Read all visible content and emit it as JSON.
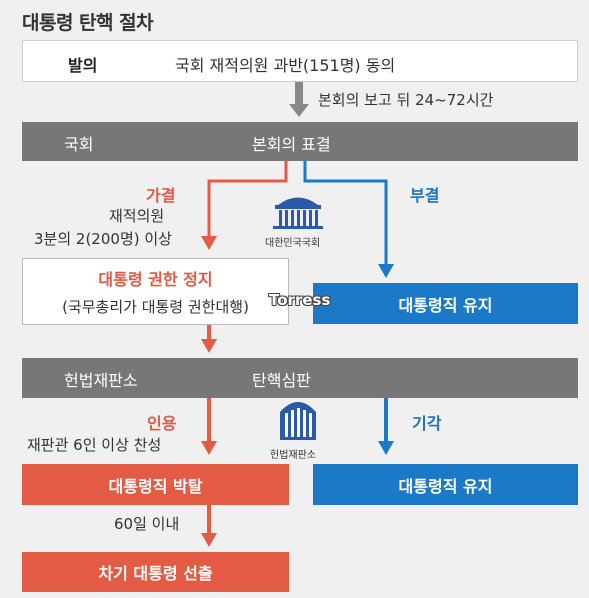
{
  "title": "대통령 탄핵 절차",
  "motion": {
    "label": "발의",
    "text": "국회 재적의원 과반(151명) 동의"
  },
  "report_note": "본회의 보고 뒤 24~72시간",
  "assembly_bar": {
    "left": "국회",
    "center": "본회의 표결"
  },
  "assembly_branches": {
    "pass_label": "가결",
    "pass_cond_1": "재적의원",
    "pass_cond_2": "3분의 2(200명) 이상",
    "reject_label": "부결"
  },
  "assembly_logo": {
    "label": "대한민국국회",
    "icon": "national-assembly-icon"
  },
  "suspension": {
    "title": "대통령 권한 정지",
    "subtitle": "(국무총리가 대통령 권한대행)"
  },
  "watermark": "Torress",
  "maintain_1": "대통령직 유지",
  "court_bar": {
    "left": "헌법재판소",
    "center": "탄핵심판"
  },
  "court_branches": {
    "accept_label": "인용",
    "accept_cond": "재판관 6인 이상 찬성",
    "dismiss_label": "기각"
  },
  "court_logo": {
    "label": "헌법재판소",
    "icon": "constitutional-court-icon"
  },
  "removal": "대통령직 박탈",
  "maintain_2": "대통령직 유지",
  "within_days": "60일 이내",
  "next_election": "차기 대통령 선출",
  "colors": {
    "red": "#e35b44",
    "blue": "#1a7ac8",
    "gray": "#777777",
    "arrow_gray": "#888888"
  }
}
